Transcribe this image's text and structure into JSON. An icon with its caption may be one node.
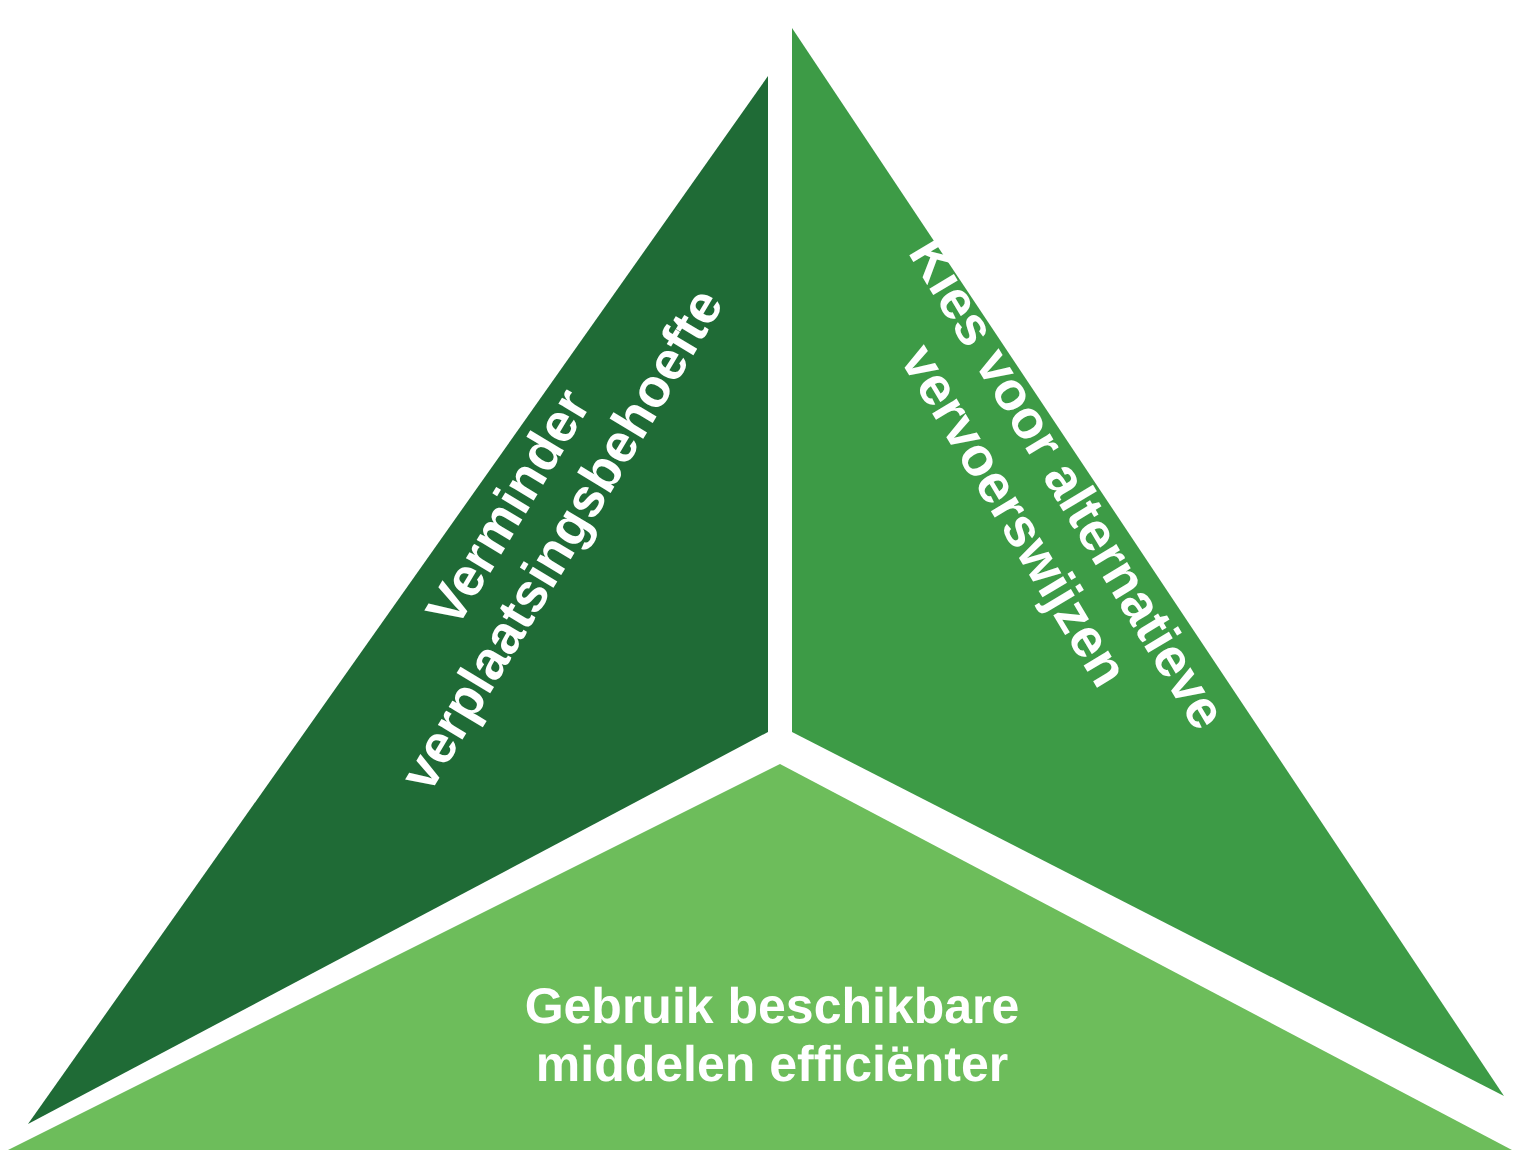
{
  "diagram": {
    "nodes": [
      {
        "text": [
          "Verminder verplaatsingsbehoefte"
        ]
      },
      {
        "text": [
          "Kies voor alternatieve vervoerswijzen"
        ]
      },
      {
        "text": [
          "Gebruik beschikbare middelen efficiënter"
        ]
      }
    ]
  }
}
